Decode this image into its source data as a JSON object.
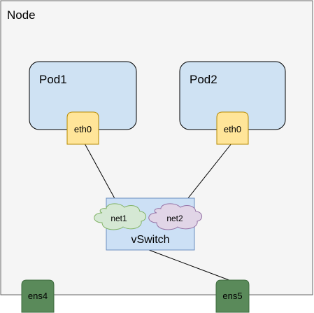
{
  "node": {
    "label": "Node",
    "fill": "#f5f5f5",
    "stroke": "#666666"
  },
  "pods": [
    {
      "label": "Pod1",
      "interface": "eth0"
    },
    {
      "label": "Pod2",
      "interface": "eth0"
    }
  ],
  "vswitch": {
    "label": "vSwitch",
    "fill": "#cce0f5",
    "stroke": "#6c8ebf"
  },
  "networks": [
    {
      "label": "net1",
      "fill": "#d5e8d4",
      "stroke": "#82b366"
    },
    {
      "label": "net2",
      "fill": "#e1d5e7",
      "stroke": "#9673a6"
    }
  ],
  "host_interfaces": [
    {
      "label": "ens4"
    },
    {
      "label": "ens5"
    }
  ],
  "colors": {
    "pod_fill": "#cfe2f3",
    "pod_stroke": "#000000",
    "eth_fill": "#ffe599",
    "eth_stroke": "#b58900",
    "ens_fill": "#5a8a5a",
    "ens_stroke": "#3d6b3d",
    "link": "#000000"
  }
}
